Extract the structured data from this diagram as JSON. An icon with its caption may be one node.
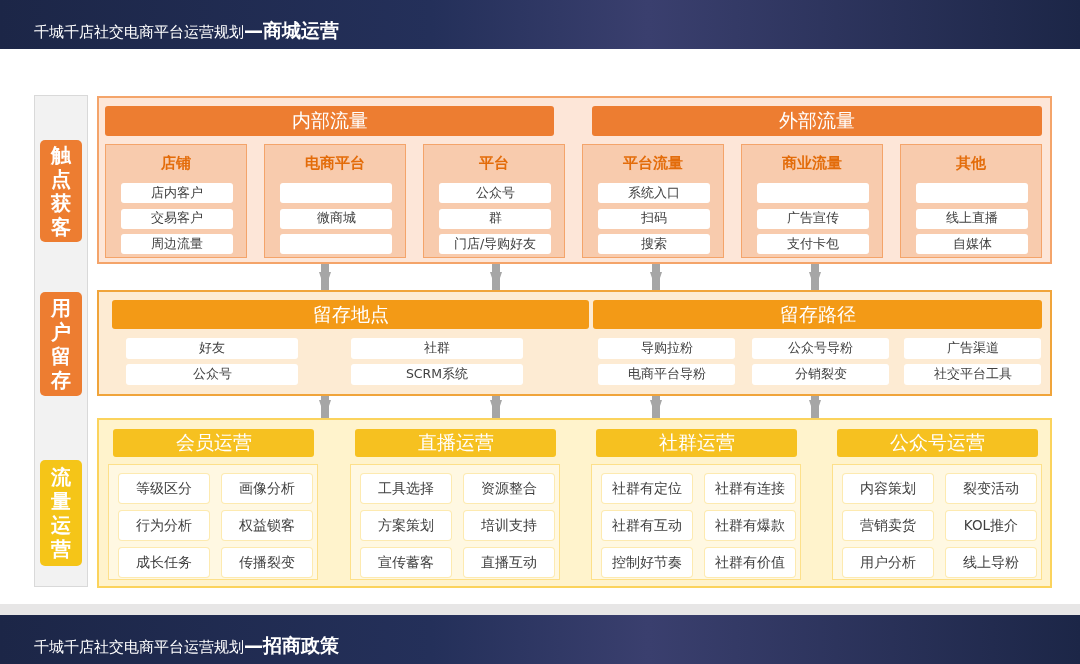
{
  "diagram": {
    "title": "千城千店社交电商平台运营规划**—商城运营**",
    "nodes": [
      {
        "text": [
          "触点获客"
        ]
      },
      {
        "text": [],
        "shape": "box"
      },
      {
        "text": [
          "内部流量"
        ],
        "in": 1
      },
      {
        "text": [
          "外部流量"
        ],
        "in": 1
      },
      {
        "text": [
          "店铺"
        ],
        "in": 1
      },
      {
        "text": [
          "店内客户"
        ],
        "in": 4
      },
      {
        "text": [
          "交易客户"
        ],
        "in": 4
      },
      {
        "text": [
          "周边流量"
        ],
        "in": 4
      },
      {
        "text": [
          "电商平台"
        ],
        "in": 1
      },
      {
        "text": [],
        "shape": "box",
        "in": 8
      },
      {
        "text": [
          "微商城"
        ],
        "in": 8
      },
      {
        "text": [],
        "shape": "box",
        "in": 8
      },
      {
        "text": [
          "平台"
        ],
        "in": 1
      },
      {
        "text": [
          "公众号"
        ],
        "in": 12
      },
      {
        "text": [
          "群"
        ],
        "in": 12
      },
      {
        "text": [
          "门店/导购好友"
        ],
        "in": 12
      },
      {
        "text": [
          "平台流量"
        ],
        "in": 1
      },
      {
        "text": [
          "系统入口"
        ],
        "in": 16
      },
      {
        "text": [
          "扫码"
        ],
        "in": 16
      },
      {
        "text": [
          "搜索"
        ],
        "in": 16
      },
      {
        "text": [
          "商业流量"
        ],
        "in": 1
      },
      {
        "text": [],
        "shape": "box",
        "in": 20
      },
      {
        "text": [
          "广告宣传"
        ],
        "in": 20
      },
      {
        "text": [
          "支付卡包"
        ],
        "in": 20
      },
      {
        "text": [
          "其他"
        ],
        "in": 1
      },
      {
        "text": [],
        "shape": "box",
        "in": 24
      },
      {
        "text": [
          "线上直播"
        ],
        "in": 24
      },
      {
        "text": [
          "自媒体"
        ],
        "in": 24
      },
      {
        "text": [
          "用户留存"
        ]
      },
      {
        "text": [],
        "shape": "box"
      },
      {
        "text": [
          "留存地点"
        ],
        "in": 29
      },
      {
        "text": [
          "留存路径"
        ],
        "in": 29
      },
      {
        "text": [
          "好友"
        ],
        "in": 29
      },
      {
        "text": [
          "社群"
        ],
        "in": 29
      },
      {
        "text": [
          "导购拉粉"
        ],
        "in": 29
      },
      {
        "text": [
          "公众号导粉"
        ],
        "in": 29
      },
      {
        "text": [
          "广告渠道"
        ],
        "in": 29
      },
      {
        "text": [
          "公众号"
        ],
        "in": 29
      },
      {
        "text": [
          "SCRM系统"
        ],
        "in": 29
      },
      {
        "text": [
          "电商平台导粉"
        ],
        "in": 29
      },
      {
        "text": [
          "分销裂变"
        ],
        "in": 29
      },
      {
        "text": [
          "社交平台工具"
        ],
        "in": 29
      },
      {
        "text": [
          "流量运营"
        ]
      },
      {
        "text": [],
        "shape": "box"
      },
      {
        "text": [
          "会员运营"
        ],
        "in": 43
      },
      {
        "text": [],
        "shape": "box",
        "in": 43
      },
      {
        "text": [
          "等级区分"
        ],
        "in": 45
      },
      {
        "text": [
          "画像分析"
        ],
        "in": 45
      },
      {
        "text": [
          "行为分析"
        ],
        "in": 45
      },
      {
        "text": [
          "权益锁客"
        ],
        "in": 45
      },
      {
        "text": [
          "成长任务"
        ],
        "in": 45
      },
      {
        "text": [
          "传播裂变"
        ],
        "in": 45
      },
      {
        "text": [
          "直播运营"
        ],
        "in": 43
      },
      {
        "text": [],
        "shape": "box",
        "in": 43
      },
      {
        "text": [
          "工具选择"
        ],
        "in": 53
      },
      {
        "text": [
          "资源整合"
        ],
        "in": 53
      },
      {
        "text": [
          "方案策划"
        ],
        "in": 53
      },
      {
        "text": [
          "培训支持"
        ],
        "in": 53
      },
      {
        "text": [
          "宣传蓄客"
        ],
        "in": 53
      },
      {
        "text": [
          "直播互动"
        ],
        "in": 53
      },
      {
        "text": [
          "社群运营"
        ],
        "in": 43
      },
      {
        "text": [],
        "shape": "box",
        "in": 43
      },
      {
        "text": [
          "社群有定位"
        ],
        "in": 61
      },
      {
        "text": [
          "社群有连接"
        ],
        "in": 61
      },
      {
        "text": [
          "社群有互动"
        ],
        "in": 61
      },
      {
        "text": [
          "社群有爆款"
        ],
        "in": 61
      },
      {
        "text": [
          "控制好节奏"
        ],
        "in": 61
      },
      {
        "text": [
          "社群有价值"
        ],
        "in": 61
      },
      {
        "text": [
          "公众号运营"
        ],
        "in": 43
      },
      {
        "text": [],
        "shape": "box",
        "in": 43
      },
      {
        "text": [
          "内容策划"
        ],
        "in": 69
      },
      {
        "text": [
          "裂变活动"
        ],
        "in": 69
      },
      {
        "text": [
          "营销卖货"
        ],
        "in": 69
      },
      {
        "text": [
          "KOL推介"
        ],
        "in": 69
      },
      {
        "text": [
          "用户分析"
        ],
        "in": 69
      },
      {
        "text": [
          "线上导粉"
        ],
        "in": 69
      }
    ],
    "edges": [
      {
        "from": 1,
        "to": 29,
        "arrow": "to"
      },
      {
        "from": 1,
        "to": 29,
        "arrow": "to"
      },
      {
        "from": 1,
        "to": 29,
        "arrow": "to"
      },
      {
        "from": 1,
        "to": 29,
        "arrow": "to"
      },
      {
        "from": 29,
        "to": 43,
        "arrow": "to"
      },
      {
        "from": 29,
        "to": 43,
        "arrow": "to"
      },
      {
        "from": 29,
        "to": 43,
        "arrow": "to"
      },
      {
        "from": 29,
        "to": 43,
        "arrow": "to"
      }
    ],
    "labels": [
      "千城千店社交电商平台运营规划**—招商政策**"
    ]
  }
}
